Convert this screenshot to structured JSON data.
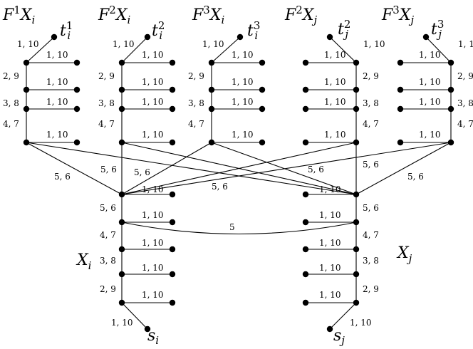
{
  "labels": {
    "F1Xi": {
      "base": "F",
      "sup": "1",
      "var": "X",
      "sub": "i"
    },
    "F2Xi": {
      "base": "F",
      "sup": "2",
      "var": "X",
      "sub": "i"
    },
    "F3Xi": {
      "base": "F",
      "sup": "3",
      "var": "X",
      "sub": "i"
    },
    "F2Xj": {
      "base": "F",
      "sup": "2",
      "var": "X",
      "sub": "j"
    },
    "F3Xj": {
      "base": "F",
      "sup": "3",
      "var": "X",
      "sub": "j"
    },
    "Xi": {
      "var": "X",
      "sub": "i"
    },
    "Xj": {
      "var": "X",
      "sub": "j"
    },
    "t1i": {
      "var": "t",
      "sup": "1",
      "sub": "i"
    },
    "t2i": {
      "var": "t",
      "sup": "2",
      "sub": "i"
    },
    "t3i": {
      "var": "t",
      "sup": "3",
      "sub": "i"
    },
    "t2j": {
      "var": "t",
      "sup": "2",
      "sub": "j"
    },
    "t3j": {
      "var": "t",
      "sup": "3",
      "sub": "j"
    },
    "si": {
      "var": "s",
      "sub": "i"
    },
    "sj": {
      "var": "s",
      "sub": "j"
    }
  },
  "weights": {
    "w110": "1, 10",
    "w29": "2, 9",
    "w38": "3, 8",
    "w47": "4, 7",
    "w56": "5, 6",
    "w5": "5"
  }
}
